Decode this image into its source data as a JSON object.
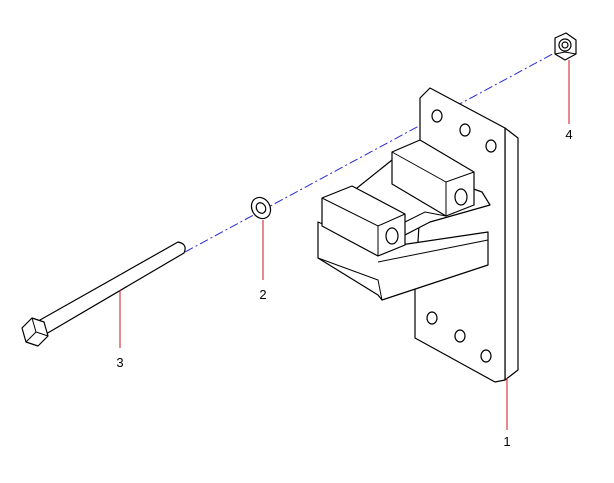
{
  "callouts": {
    "part_1": "1",
    "part_2": "2",
    "part_3": "3",
    "part_4": "4"
  },
  "colors": {
    "leader_line": "#d01020",
    "center_line": "#2a2ad0",
    "outline": "#000000",
    "background": "#ffffff"
  }
}
